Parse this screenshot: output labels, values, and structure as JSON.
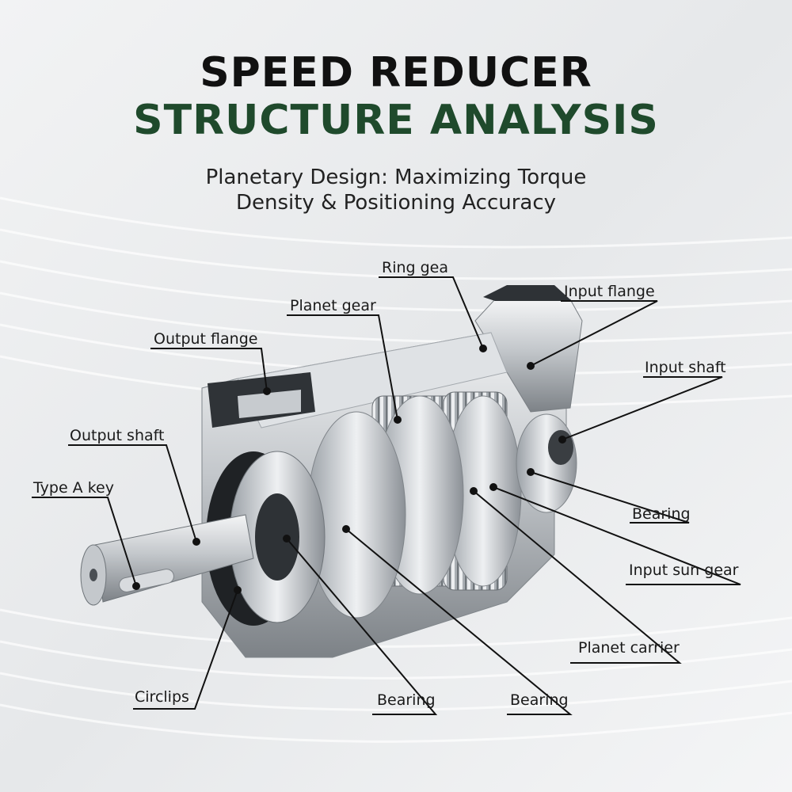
{
  "title": {
    "line1": "SPEED REDUCER",
    "line2": "STRUCTURE ANALYSIS"
  },
  "subtitle": {
    "line1": "Planetary Design: Maximizing Torque",
    "line2": "Density & Positioning Accuracy"
  },
  "labels": {
    "ring_gear": "Ring gea",
    "planet_gear": "Planet gear",
    "input_flange": "Input flange",
    "output_flange": "Output flange",
    "input_shaft": "Input shaft",
    "output_shaft": "Output shaft",
    "type_a_key": "Type A key",
    "bearing_right": "Bearing",
    "input_sun_gear": "Input sun gear",
    "planet_carrier": "Planet carrier",
    "circlips": "Circlips",
    "bearing_mid": "Bearing",
    "bearing_bottom": "Bearing"
  },
  "colors": {
    "title_dark": "#111111",
    "title_green": "#1f4a2c",
    "metal": "#c9ccd0",
    "leader": "#111111"
  }
}
